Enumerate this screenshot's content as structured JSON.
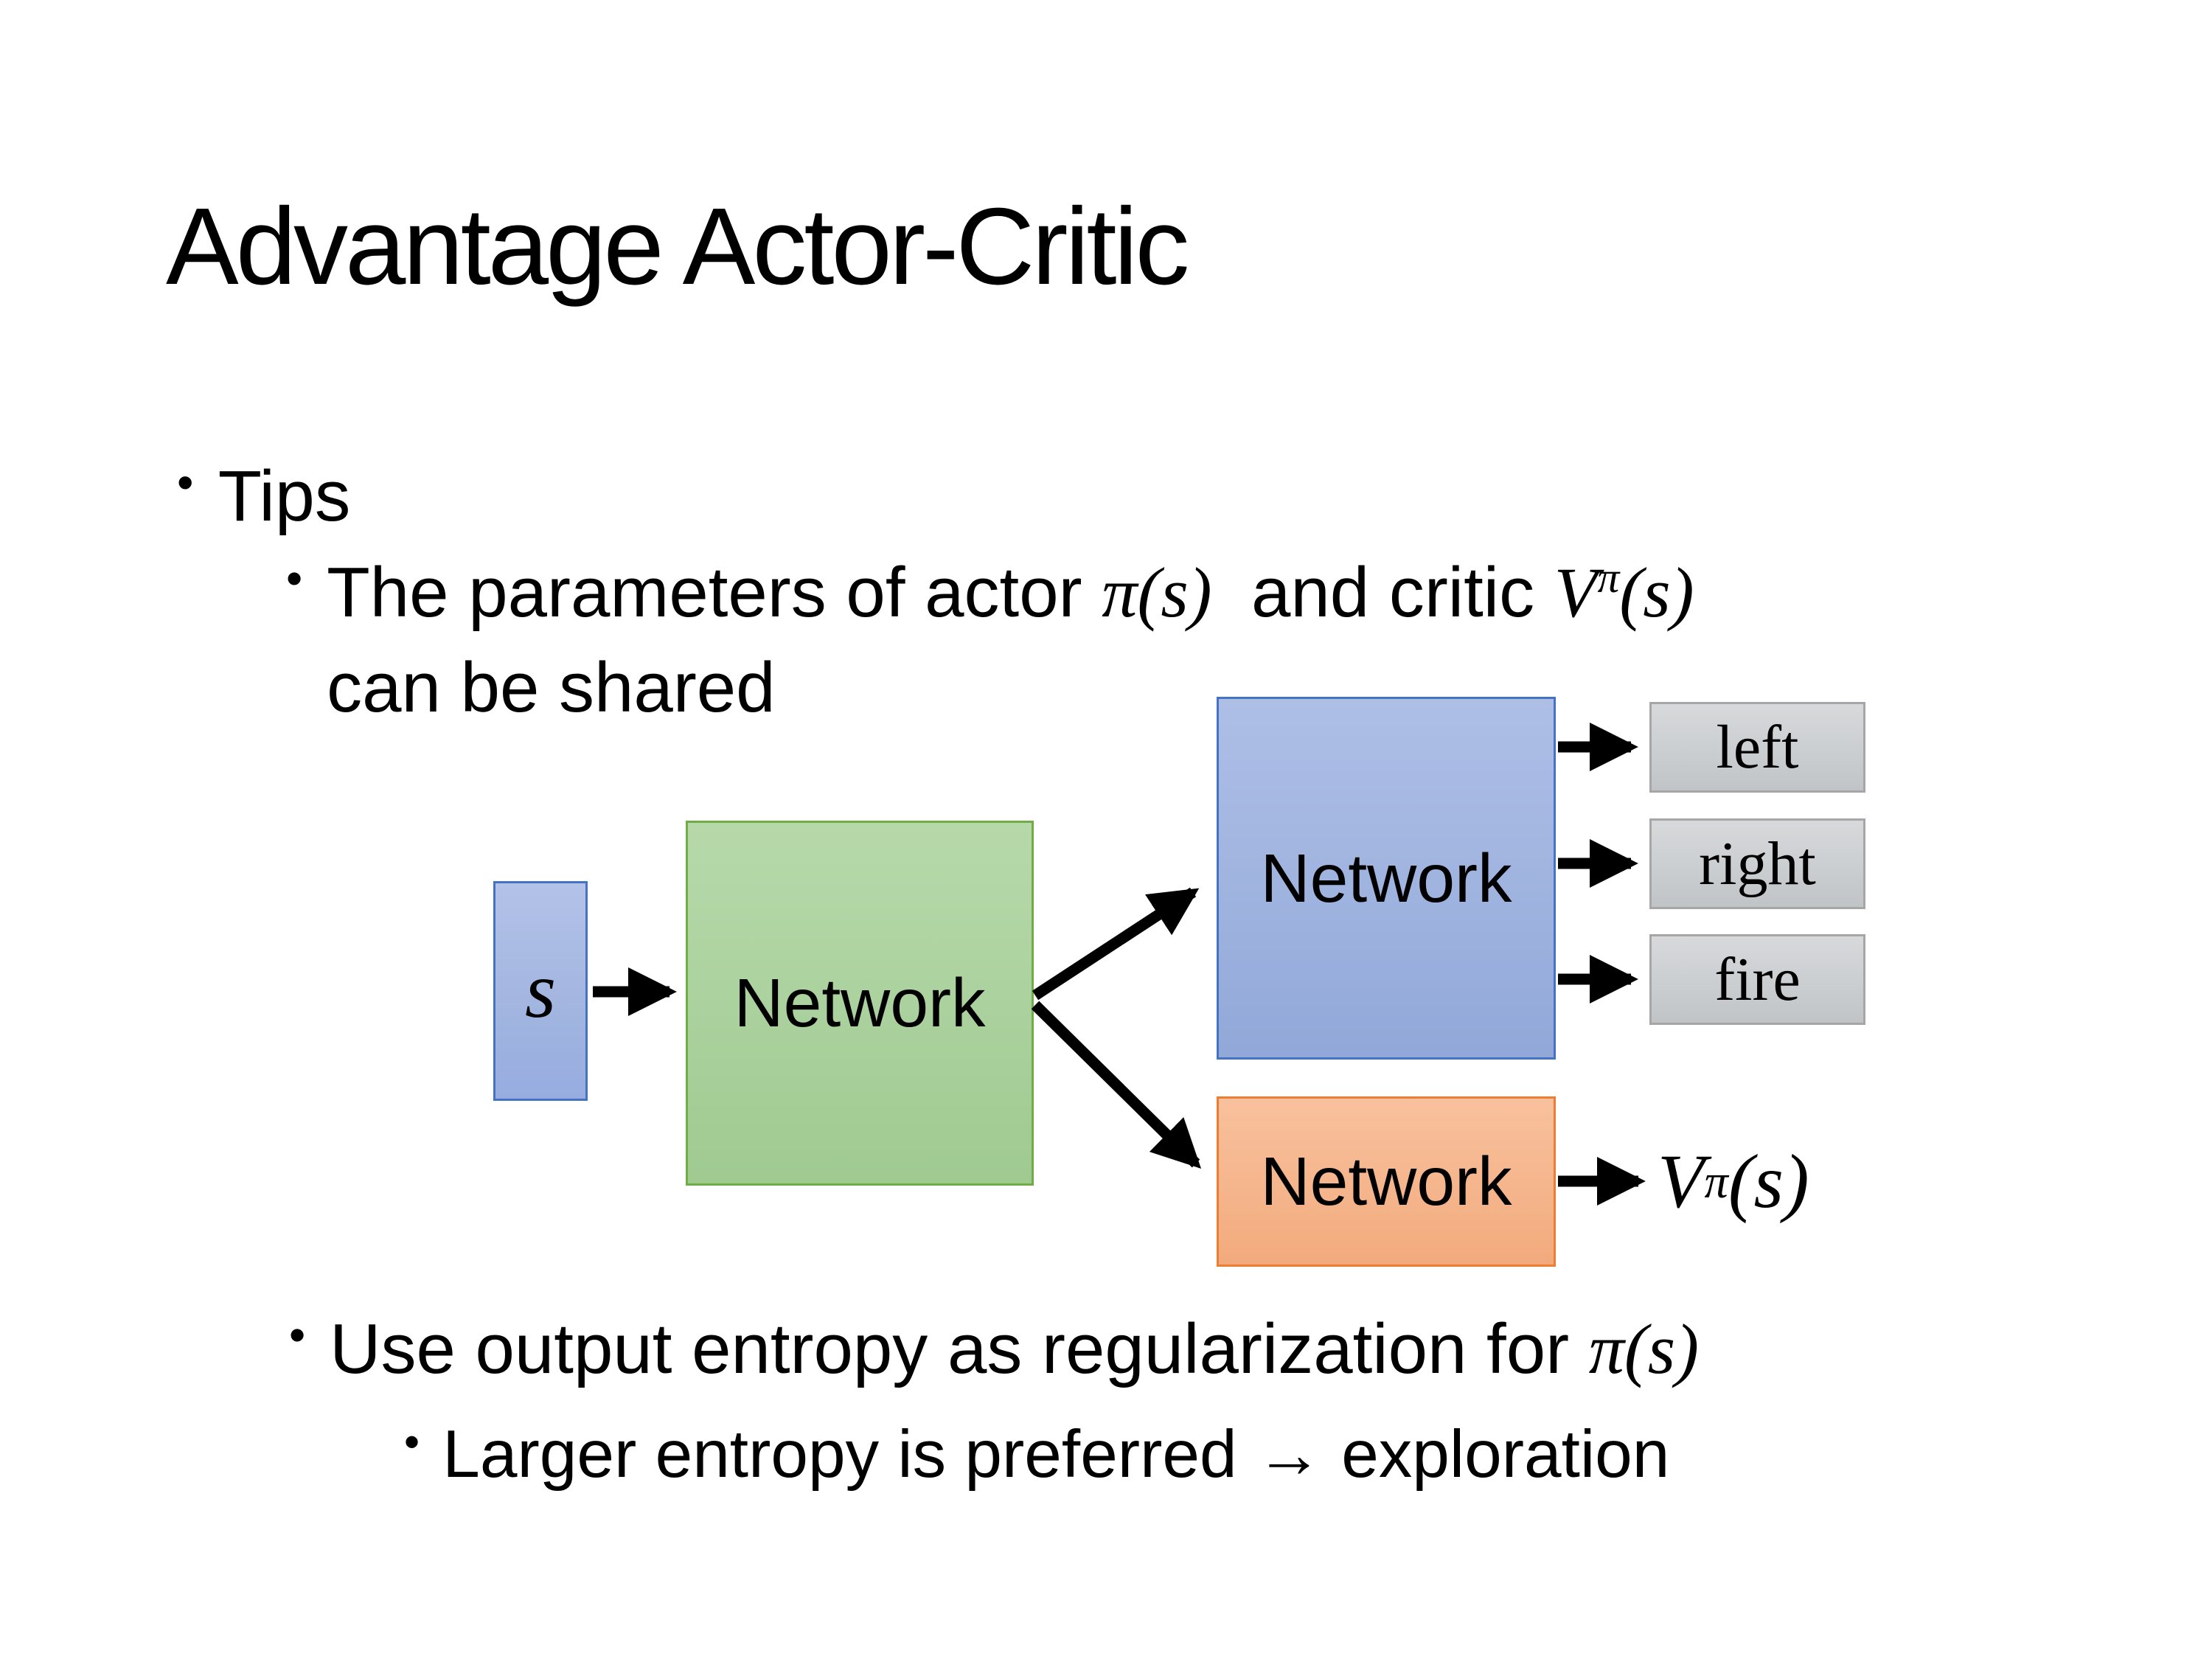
{
  "slide": {
    "title": "Advantage Actor-Critic",
    "bullet_char": "•",
    "bullets": {
      "tips": "Tips",
      "shared_prefix": "The parameters of actor ",
      "shared_math_actor": "π(s)",
      "shared_mid": "  and critic ",
      "critic_V": "V",
      "critic_sup": "π",
      "critic_args": "(s)",
      "shared_line2": "can be shared",
      "entropy_prefix": "Use output entropy as regularization for ",
      "entropy_math": "π(s)",
      "exploration": "Larger entropy is preferred → exploration"
    }
  },
  "diagram": {
    "state_label": "s",
    "shared_network": "Network",
    "actor_network": "Network",
    "critic_network": "Network",
    "actions": [
      "left",
      "right",
      "fire"
    ],
    "value_V": "V",
    "value_sup": "π",
    "value_args": "(s)",
    "colors": {
      "state_fill": "#a4b6e1",
      "state_border": "#4472c4",
      "shared_fill": "#aad19d",
      "shared_border": "#70ad47",
      "actor_fill": "#9fb3df",
      "actor_border": "#4472c4",
      "critic_fill": "#f5b58c",
      "critic_border": "#ed7d31",
      "action_fill": "#cbced1",
      "action_border": "#a6a6a6",
      "arrow": "#000000"
    }
  }
}
